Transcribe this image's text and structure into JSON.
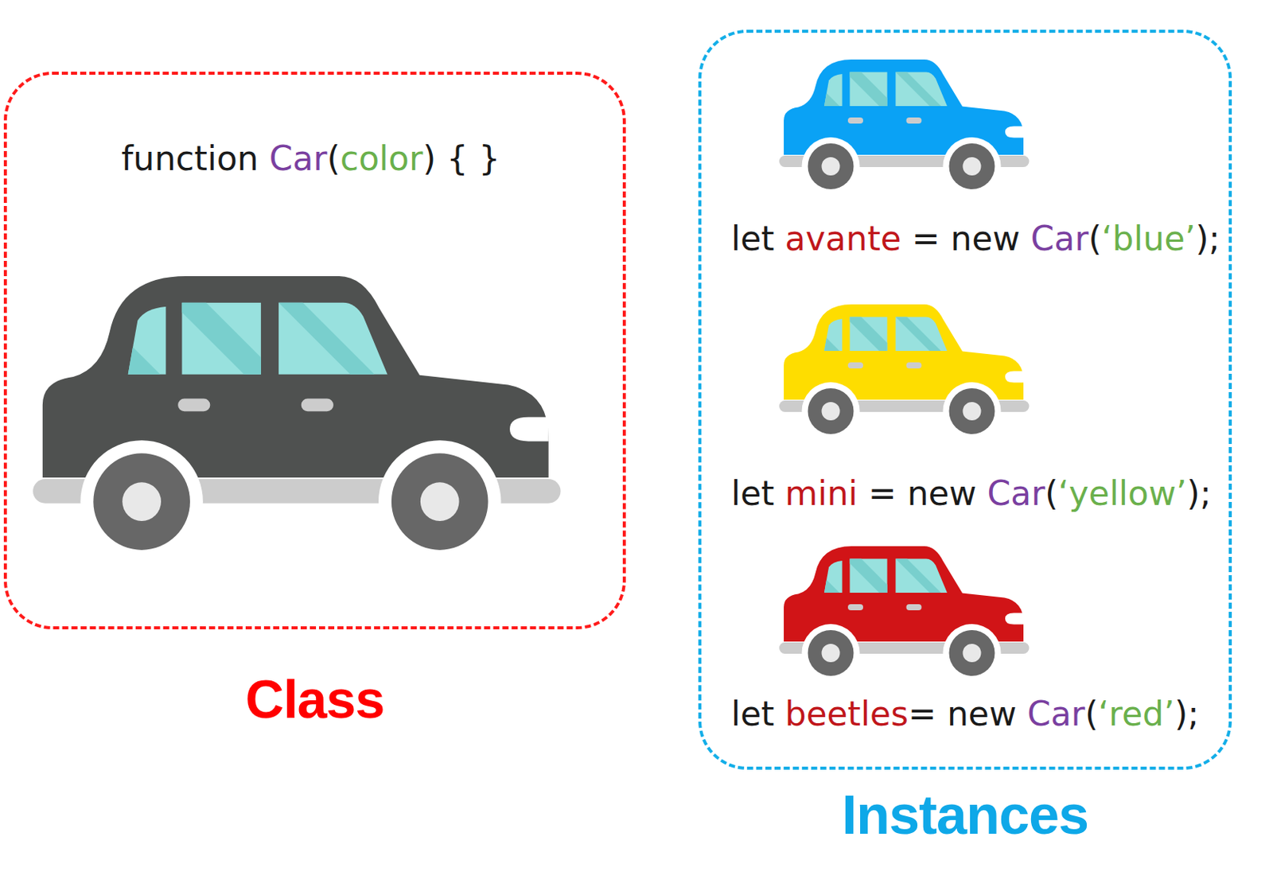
{
  "diagram": {
    "nodes": [
      {
        "text": [
          "function Car(color) { }",
          "Class"
        ]
      },
      {
        "text": [
          "let avante = new Car(‘blue’);",
          "let mini = new Car(‘yellow’);",
          "let beetles= new Car(‘red’);",
          "Instances"
        ]
      }
    ]
  }
}
